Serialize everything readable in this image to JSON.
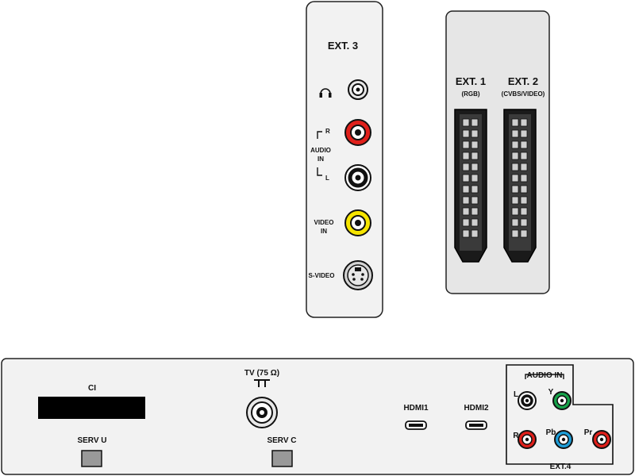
{
  "ext3_panel": {
    "title": "EXT. 3",
    "headphone_symbol": "headphone-icon",
    "audio_in_label_1": "AUDIO",
    "audio_in_label_2": "IN",
    "audio_r": "R",
    "audio_l": "L",
    "video_in_label_1": "VIDEO",
    "video_in_label_2": "IN",
    "svideo_label": "S-VIDEO",
    "colors": {
      "red": "#e0201b",
      "white": "#ffffff",
      "yellow": "#f5e400",
      "panel": "#f2f2f2"
    }
  },
  "scart_panel": {
    "ext1_title": "EXT. 1",
    "ext1_sub": "(RGB)",
    "ext2_title": "EXT. 2",
    "ext2_sub": "(CVBS/VIDEO)",
    "panel_color": "#e6e6e6"
  },
  "bottom_panel": {
    "ci_label": "CI",
    "serv_u_label": "SERV U",
    "tv_label": "TV (75 Ω)",
    "serv_c_label": "SERV C",
    "hdmi1_label": "HDMI1",
    "hdmi2_label": "HDMI2",
    "ext4": {
      "audio_in_label": "AUDIO IN",
      "l_label": "L",
      "y_label": "Y",
      "r_label": "R",
      "pb_label": "Pb",
      "pr_label": "Pr",
      "ext4_label": "EXT.4",
      "colors": {
        "red": "#e0201b",
        "white": "#ffffff",
        "green": "#16a34a",
        "blue": "#1e9ed8"
      }
    }
  }
}
